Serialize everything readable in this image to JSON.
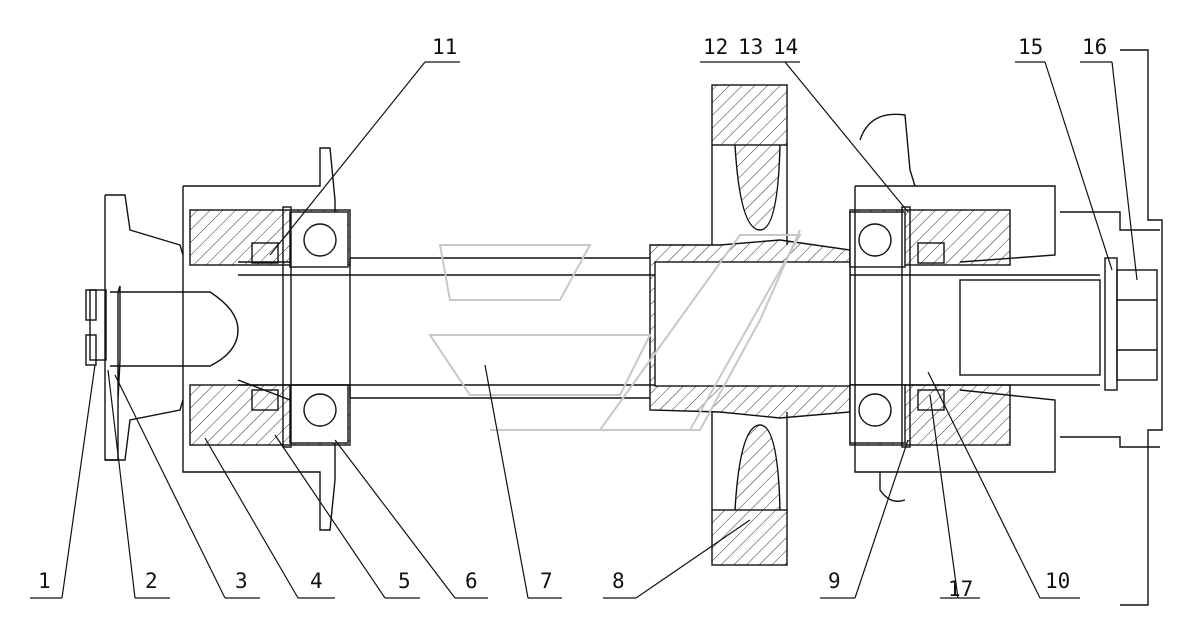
{
  "drawing": {
    "labels": {
      "n1": "1",
      "n2": "2",
      "n3": "3",
      "n4": "4",
      "n5": "5",
      "n6": "6",
      "n7": "7",
      "n8": "8",
      "n9": "9",
      "n10": "10",
      "n11": "11",
      "n12": "12",
      "n13": "13",
      "n14": "14",
      "n15": "15",
      "n16": "16",
      "n17": "17"
    }
  },
  "colors": {
    "line": "#111111",
    "hatch": "#333333",
    "watermark": "#c8c8c8"
  }
}
